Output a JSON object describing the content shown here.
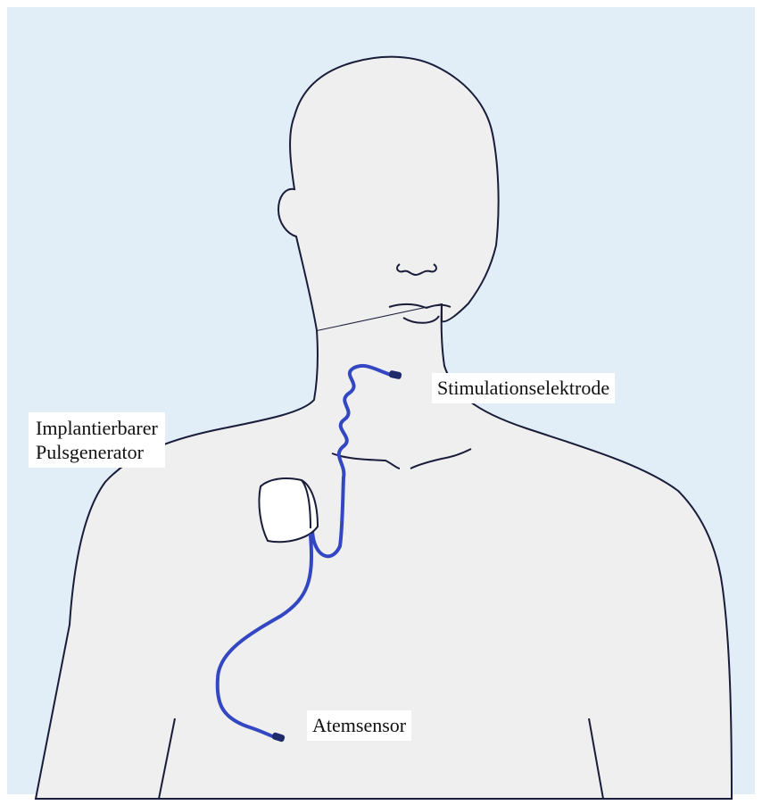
{
  "colors": {
    "background": "#e1eef7",
    "body_fill": "#efefef",
    "outline": "#1a1d3a",
    "lead_blue": "#3347c2",
    "lead_tip": "#1e2a6a",
    "label_bg": "#ffffff",
    "generator_fill": "#ffffff"
  },
  "labels": {
    "stimulation_electrode": "Stimulationselektrode",
    "generator_line1": "Implantierbarer",
    "generator_line2": "Pulsgenerator",
    "breathing_sensor": "Atemsensor"
  }
}
